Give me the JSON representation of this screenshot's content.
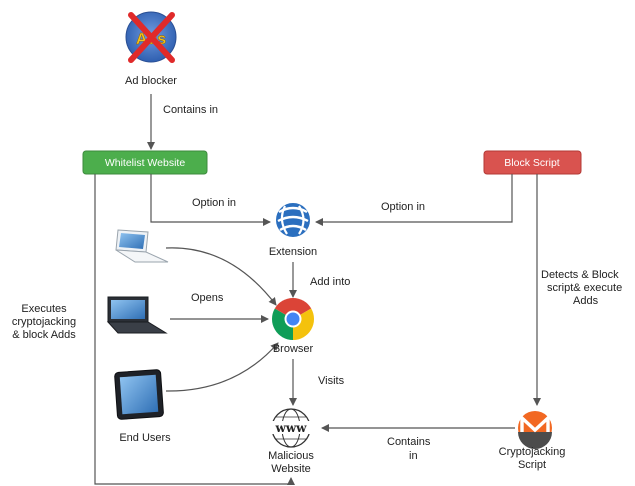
{
  "nodes": {
    "adblocker": "Ad blocker",
    "ads_icon_text": "Ads",
    "whitelist": "Whitelist Website",
    "block_script": "Block Script",
    "extension": "Extension",
    "browser": "Browser",
    "end_users": "End Users",
    "malicious_line1": "Malicious",
    "malicious_line2": "Website",
    "www_icon_text": "www",
    "crypto_line1": "Cryptojacking",
    "crypto_line2": "Script"
  },
  "edges": {
    "contains_in": "Contains in",
    "option_in_left": "Option in",
    "option_in_right": "Option in",
    "add_into": "Add into",
    "opens": "Opens",
    "visits": "Visits",
    "contains_in_bottom_1": "Contains",
    "contains_in_bottom_2": "in",
    "detects_1": "Detects & Block",
    "detects_2": "script& execute",
    "detects_3": "Adds",
    "executes_1": "Executes",
    "executes_2": "cryptojacking",
    "executes_3": "& block Adds"
  },
  "colors": {
    "whitelist_green": "#4cae4c",
    "block_red": "#d9534f",
    "extension_blue": "#2b6fbf",
    "monero_orange": "#f26822",
    "arrow_gray": "#555555"
  }
}
